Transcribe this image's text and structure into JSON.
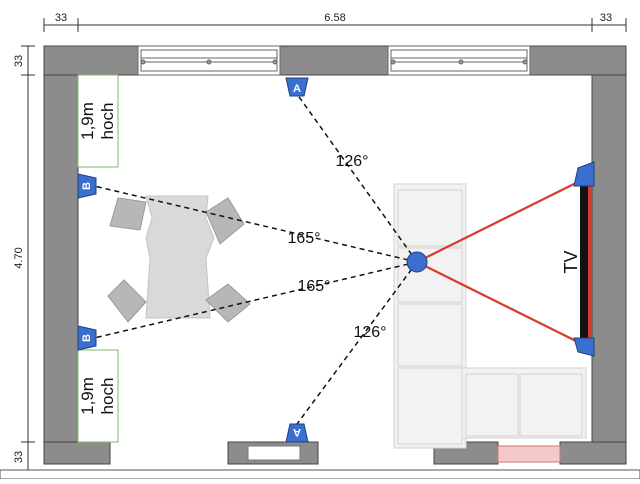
{
  "dimensions": {
    "top_left": "33",
    "top_center": "6.58",
    "top_right": "33",
    "left_top": "33",
    "left_center": "4.70",
    "left_bottom": "33"
  },
  "notes": {
    "upper": [
      "1,9m",
      "hoch"
    ],
    "lower": [
      "1,9m",
      "hoch"
    ]
  },
  "speakers": {
    "front_top": "A",
    "front_bottom": "A",
    "side_top": "B",
    "side_bottom": "B"
  },
  "angles": {
    "a_top": "126°",
    "a_bottom": "126°",
    "b_top": "165°",
    "b_bottom": "165°"
  },
  "tv_label": "TV",
  "colors": {
    "wall": "#8c8c8c",
    "speaker": "#3a6fd0",
    "listener": "#3a6fd0",
    "tv_lines": "#d63b2f",
    "note_border": "#7fb86a",
    "furniture": "#d9d9d9",
    "opening": "#f6c9c9"
  }
}
